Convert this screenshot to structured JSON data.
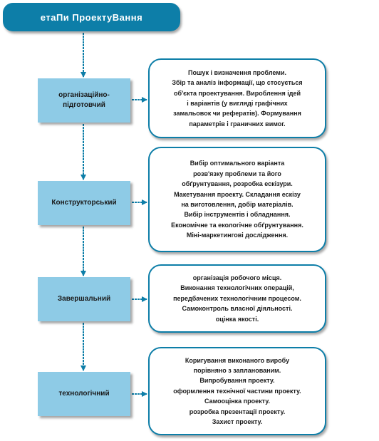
{
  "title": "етаПи  ПроектуВання",
  "accent_color": "#0d7ea8",
  "stage_fill_color": "#8ecbe6",
  "stages": [
    {
      "label": "організаційно-підготовчий",
      "description": [
        "Пошук і визначення проблеми.",
        "Збір та аналіз інформації, що стосується",
        "об'єкта проектування. Вироблення ідей",
        "і варіантів (у вигляді графічних",
        "замальовок чи рефератів). Формування",
        "параметрів і граничних вимог."
      ]
    },
    {
      "label": "Конструкторський",
      "description": [
        "Вибір оптимального варіанта",
        "розв'язку проблеми та його",
        "обґрунтування, розробка ескізури.",
        "Макетування проекту. Складання ескізу",
        "на виготовлення, добір матеріалів.",
        "Вибір інструментів і обладнання.",
        "Економічне та екологічне обґрунтування.",
        "Міні-маркетингові дослідження."
      ]
    },
    {
      "label": "Завершальний",
      "description": [
        "організація робочого місця.",
        "Виконання технологічних операцій,",
        "передбачених технологічним процесом.",
        "Самоконтроль власної діяльності.",
        "оцінка якості."
      ]
    },
    {
      "label": "технологічний",
      "description": [
        "Коригування виконаного виробу",
        "порівняно з запланованим.",
        "Випробування проекту.",
        "оформлення технічної частини проекту.",
        "Самооцінка проекту.",
        "розробка презентації проекту.",
        "Захист проекту."
      ]
    }
  ]
}
